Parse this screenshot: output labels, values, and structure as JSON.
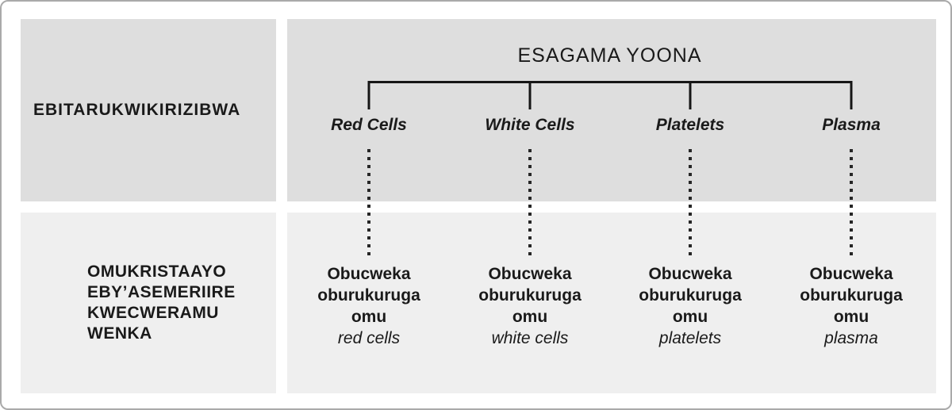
{
  "frame": {
    "top_left": {
      "label": "EBITARUKWIKIRIZIBWA"
    },
    "bottom_left": {
      "lines": [
        "OMUKRISTAAYO",
        "EBY’ASEMERIIRE",
        "KWECWERAMU",
        "WENKA"
      ]
    }
  },
  "tree": {
    "title": "ESAGAMA YOONA",
    "columns": [
      {
        "branch": "Red Cells",
        "fraction_lines": [
          "Obucweka",
          "oburukuruga",
          "omu"
        ],
        "fraction_term": "red cells"
      },
      {
        "branch": "White Cells",
        "fraction_lines": [
          "Obucweka",
          "oburukuruga",
          "omu"
        ],
        "fraction_term": "white cells"
      },
      {
        "branch": "Platelets",
        "fraction_lines": [
          "Obucweka",
          "oburukuruga",
          "omu"
        ],
        "fraction_term": "platelets"
      },
      {
        "branch": "Plasma",
        "fraction_lines": [
          "Obucweka",
          "oburukuruga",
          "omu"
        ],
        "fraction_term": "plasma"
      }
    ]
  },
  "colors": {
    "panel_top": "#dedede",
    "panel_bottom": "#efefef",
    "line": "#161616",
    "text": "#1a1a1a"
  }
}
